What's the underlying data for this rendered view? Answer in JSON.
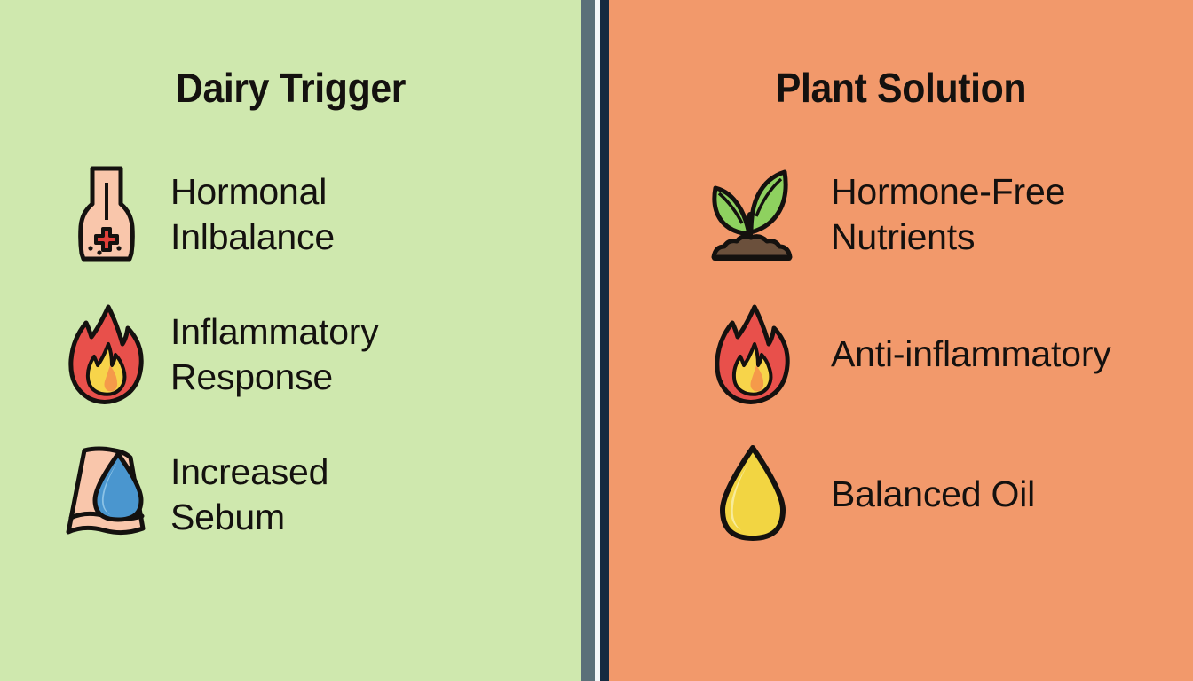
{
  "colors": {
    "left_panel_bg": "#cfe8ae",
    "right_panel_bg": "#f2996b",
    "divider_slate": "#5b7079",
    "divider_white": "#f4f7f8",
    "divider_navy": "#152a40",
    "text": "#14110f",
    "skin": "#f9c6ab",
    "cross_red": "#e2403a",
    "flame_outer": "#e8504b",
    "flame_inner": "#f7d44a",
    "flame_core": "#f59a4a",
    "water_blue": "#4a96cf",
    "water_blue_light": "#8cc3e6",
    "oil_yellow": "#f2d542",
    "oil_yellow_light": "#f8ec9a",
    "leaf_green": "#8ed15f",
    "leaf_green_light": "#b6e08e",
    "soil_brown": "#6b503c"
  },
  "left_panel": {
    "title": "Dairy Trigger",
    "items": [
      {
        "icon": "skin-patch-cross-icon",
        "label": "Hormonal\nInlbalance"
      },
      {
        "icon": "flame-icon",
        "label": "Inflammatory\nResponse"
      },
      {
        "icon": "skin-water-drop-icon",
        "label": "Increased\nSebum"
      }
    ]
  },
  "right_panel": {
    "title": "Plant Solution",
    "items": [
      {
        "icon": "seedling-icon",
        "label": "Hormone-Free\nNutrients"
      },
      {
        "icon": "flame-icon",
        "label": "Anti-inflammatory"
      },
      {
        "icon": "oil-drop-icon",
        "label": "Balanced Oil"
      }
    ]
  }
}
